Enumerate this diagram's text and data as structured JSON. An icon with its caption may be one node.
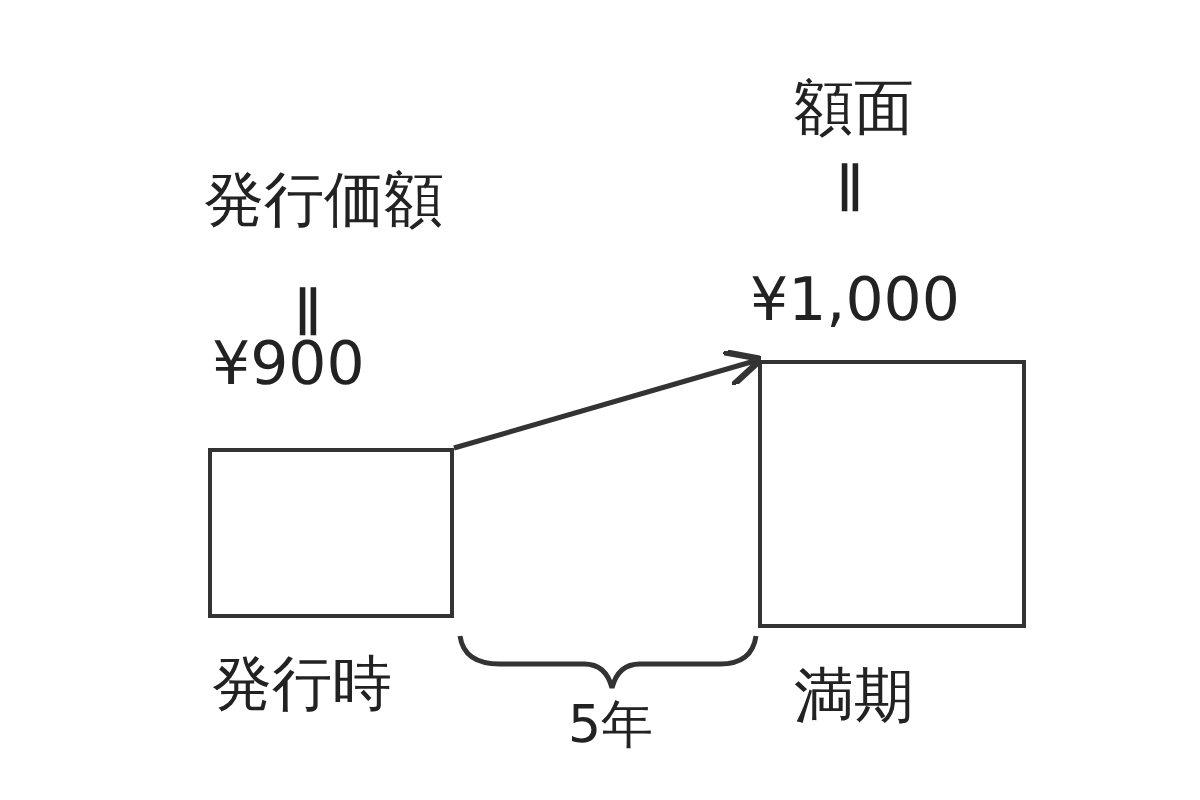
{
  "diagram": {
    "nodes": [
      {
        "text": [
          "発行価額",
          "‖",
          "¥900"
        ],
        "beside": [
          "発行時"
        ]
      },
      {
        "text": [
          "額面",
          "‖",
          "¥1,000"
        ],
        "beside": [
          "満期"
        ]
      }
    ],
    "edges": [
      {
        "from": 0,
        "to": 1,
        "arrow": "to"
      }
    ],
    "labels": [
      "5年"
    ]
  }
}
